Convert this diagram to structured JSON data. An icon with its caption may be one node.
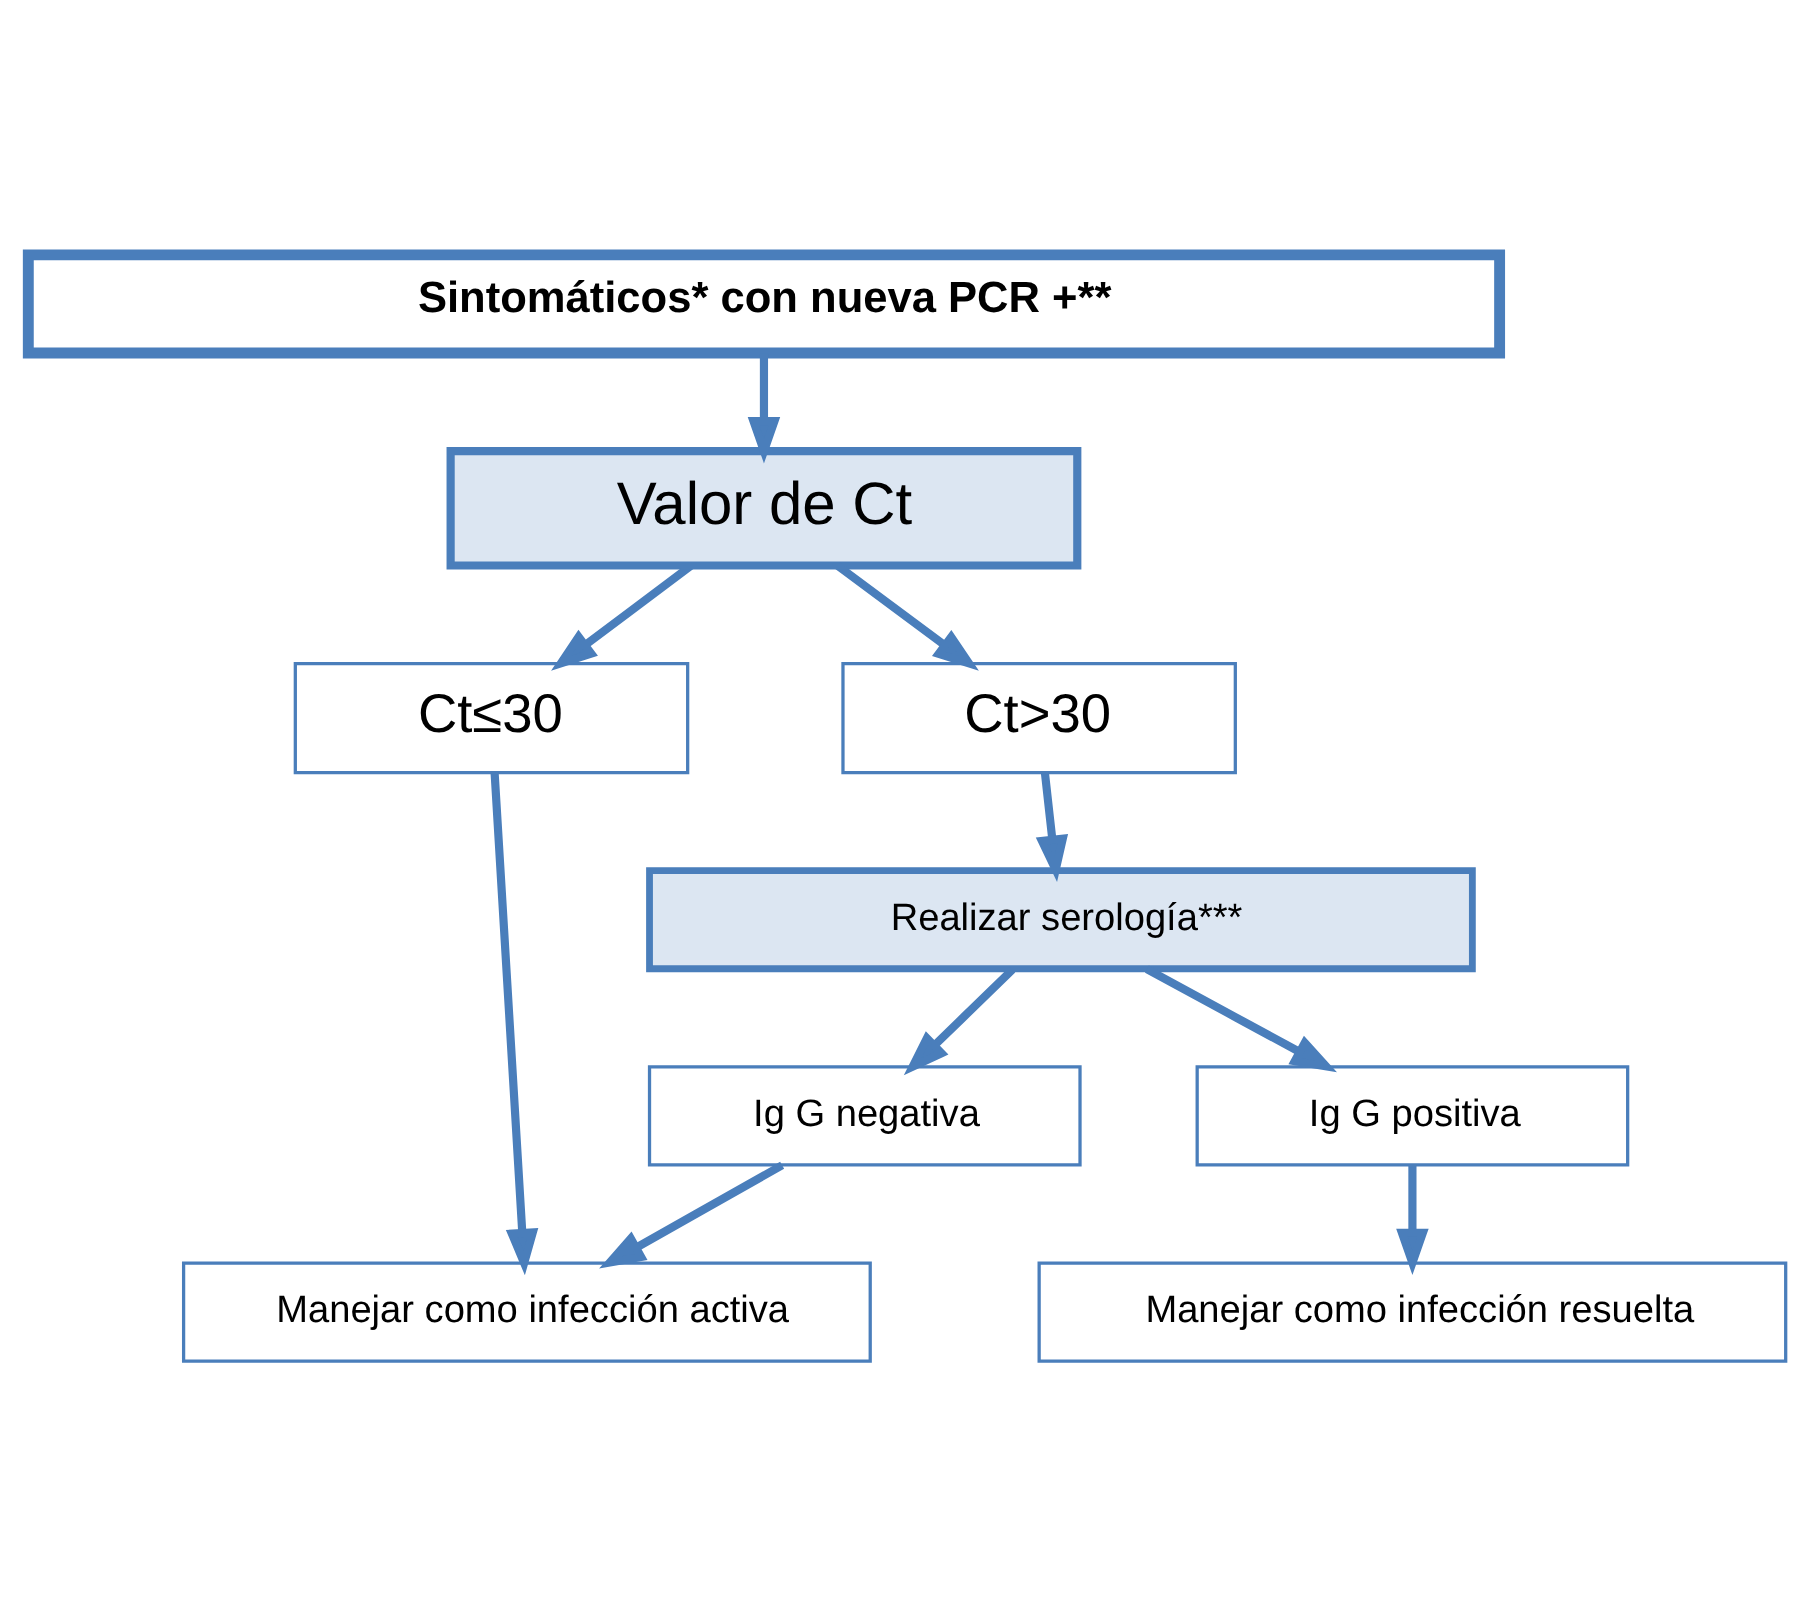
{
  "diagram": {
    "nodes": [
      {
        "text": [
          "Sintomáticos* con nueva PCR +**"
        ]
      },
      {
        "text": [
          "Valor de Ct"
        ]
      },
      {
        "text": [
          "Ct≤30"
        ]
      },
      {
        "text": [
          "Ct>30"
        ]
      },
      {
        "text": [
          "Realizar serología***"
        ]
      },
      {
        "text": [
          "Ig G negativa"
        ]
      },
      {
        "text": [
          "Ig G positiva"
        ]
      },
      {
        "text": [
          "Manejar como infección activa"
        ]
      },
      {
        "text": [
          "Manejar como infección resuelta"
        ]
      }
    ],
    "edges": [
      {
        "from": 0,
        "to": 1,
        "arrow": "to"
      },
      {
        "from": 1,
        "to": 2,
        "arrow": "to"
      },
      {
        "from": 1,
        "to": 3,
        "arrow": "to"
      },
      {
        "from": 3,
        "to": 4,
        "arrow": "to"
      },
      {
        "from": 4,
        "to": 5,
        "arrow": "to"
      },
      {
        "from": 4,
        "to": 6,
        "arrow": "to"
      },
      {
        "from": 2,
        "to": 7,
        "arrow": "to"
      },
      {
        "from": 5,
        "to": 7,
        "arrow": "to"
      },
      {
        "from": 6,
        "to": 8,
        "arrow": "to"
      }
    ]
  }
}
